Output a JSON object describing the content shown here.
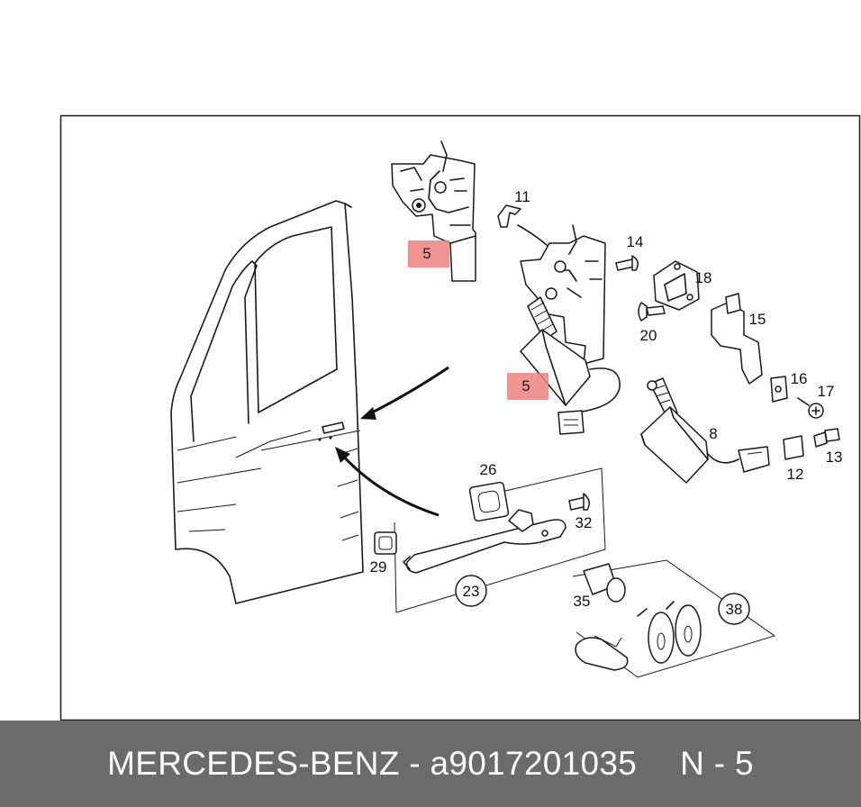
{
  "callouts": {
    "c11": "11",
    "c14": "14",
    "c18": "18",
    "c15": "15",
    "c20": "20",
    "c16": "16",
    "c17": "17",
    "c8": "8",
    "c13": "13",
    "c12": "12",
    "c26": "26",
    "c32": "32",
    "c29": "29",
    "c23": "23",
    "c35": "35",
    "c38": "38"
  },
  "highlights": {
    "upper": "5",
    "lower": "5"
  },
  "colors": {
    "highlight": "#f08080",
    "footer_bg": "#6b6b6b",
    "footer_text": "#ffffff"
  },
  "footer": {
    "brand_part": "MERCEDES-BENZ - a9017201035",
    "position": "N - 5"
  }
}
